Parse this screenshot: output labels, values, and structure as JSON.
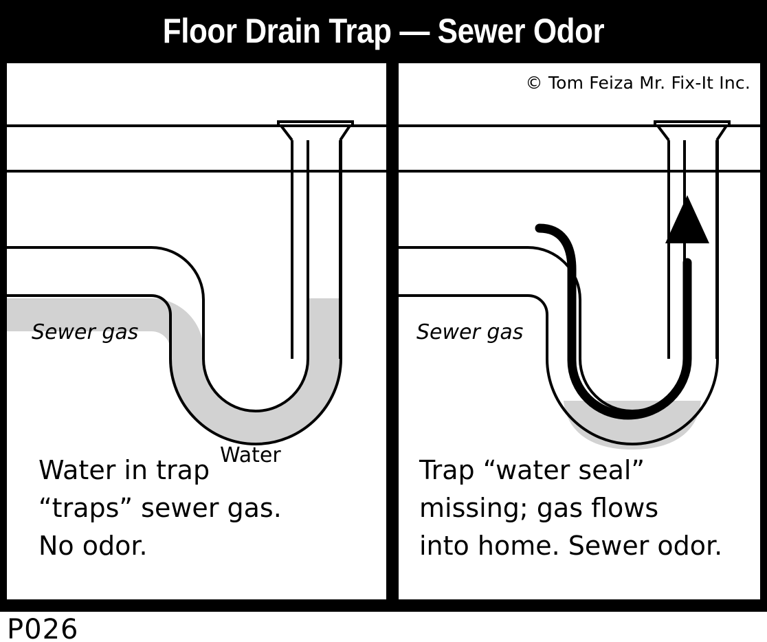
{
  "poster": {
    "title": "Floor Drain Trap — Sewer Odor",
    "copyright": "© Tom Feiza Mr. Fix-It Inc.",
    "code": "P026",
    "colors": {
      "frame": "#000000",
      "background": "#ffffff",
      "line": "#000000",
      "water_fill": "#d2d2d2",
      "title_text": "#ffffff"
    }
  },
  "panels": [
    {
      "id": "left",
      "name": "working-trap",
      "labels": {
        "sewer_gas": "Sewer gas",
        "water": "Water"
      },
      "caption": "Water in trap\n“traps” sewer gas.\nNo odor.",
      "caption_lines": [
        "Water in trap",
        "“traps” sewer gas.",
        "No odor."
      ],
      "has_water_seal": true,
      "has_gas_arrow": false
    },
    {
      "id": "right",
      "name": "dry-trap",
      "labels": {
        "sewer_gas": "Sewer gas"
      },
      "caption": "Trap “water seal”\nmissing; gas flows\ninto home. Sewer odor.",
      "caption_lines": [
        "Trap “water seal”",
        "missing; gas flows",
        "into home. Sewer odor."
      ],
      "has_water_seal": false,
      "has_gas_arrow": true
    }
  ],
  "diagram": {
    "type": "cross-section",
    "elements": [
      "floor-slab",
      "floor-drain-flange",
      "vertical-drain-pipe",
      "p-trap-u-bend",
      "horizontal-sewer-pipe",
      "water-seal",
      "gas-flow-arrow"
    ]
  }
}
